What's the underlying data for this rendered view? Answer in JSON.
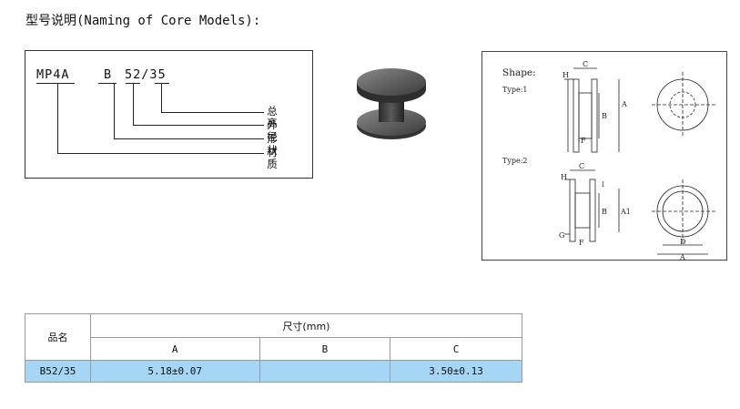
{
  "title": "型号说明(Naming of Core Models):",
  "naming": {
    "prefix": "MP4A",
    "shape_code": "B",
    "size_code": "52/35",
    "labels": {
      "total_height": "总高",
      "outer_diameter": "外径",
      "shape": "形状",
      "material": "材质"
    }
  },
  "shape_panel": {
    "shape_label": "Shape:",
    "type1_label": "Type:1",
    "type2_label": "Type:2",
    "dims": {
      "h": "H",
      "c": "C",
      "b": "B",
      "a": "A",
      "f": "F",
      "a1": "A1",
      "g": "G",
      "d": "D",
      "i": "I"
    }
  },
  "table": {
    "product_name_header": "品名",
    "size_header": "尺寸(mm)",
    "columns": [
      "A",
      "B",
      "C"
    ],
    "rows": [
      {
        "name": "B52/35",
        "a": "5.18±0.07",
        "b": "",
        "c": "3.50±0.13"
      }
    ]
  },
  "colors": {
    "row_highlight": "#a6d6f6",
    "core_dark": "#3c3c3c"
  }
}
